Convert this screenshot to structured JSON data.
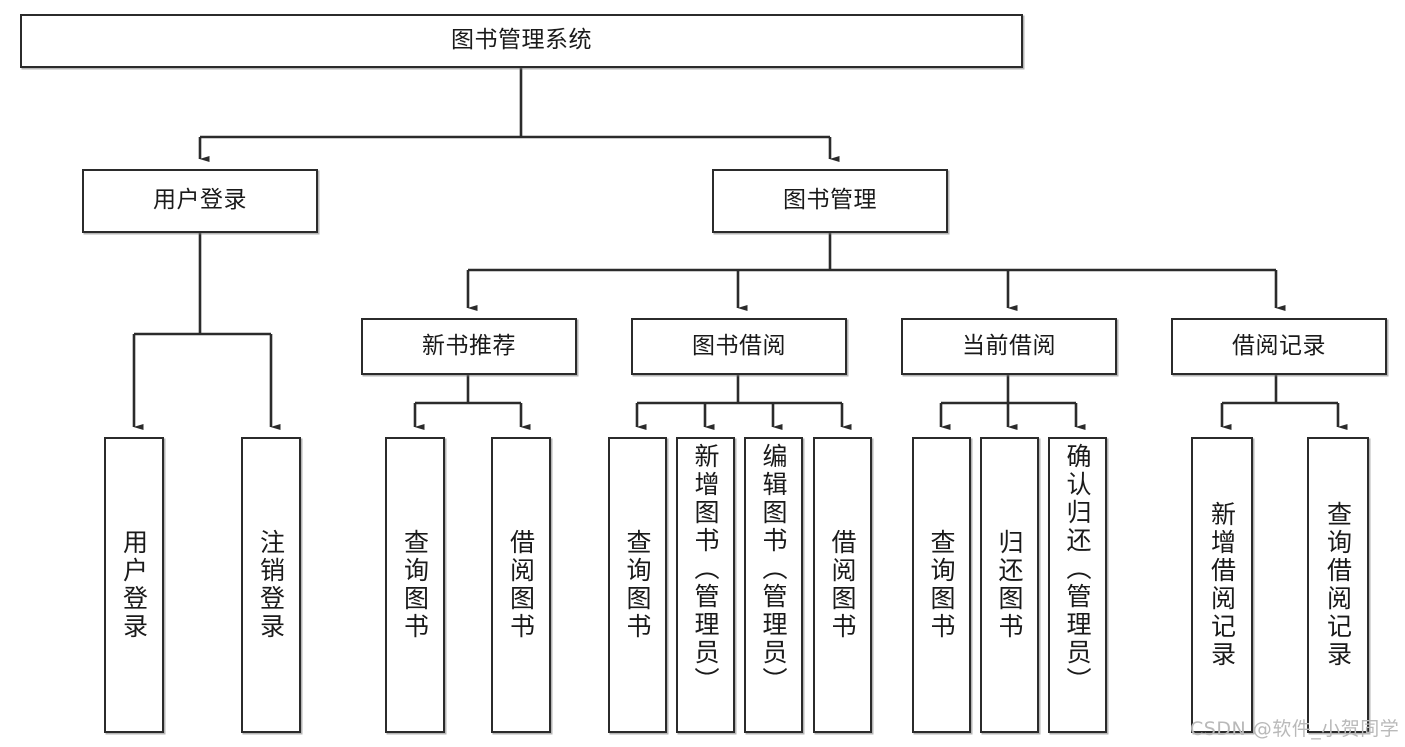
{
  "diagram": {
    "type": "tree-hierarchy-chart",
    "title": "图书管理系统",
    "watermark": "CSDN @软件_小贺同学",
    "colors": {
      "stroke": "#2b2b2b",
      "fill": "#ffffff",
      "text": "#1a1a1a",
      "watermark": "#b9b9b9"
    },
    "nodes": {
      "root": {
        "label": "图书管理系统"
      },
      "level2": [
        {
          "id": "user-login",
          "label": "用户登录"
        },
        {
          "id": "book-manage",
          "label": "图书管理"
        }
      ],
      "level3": [
        {
          "id": "new-book-recommend",
          "label": "新书推荐"
        },
        {
          "id": "book-borrow",
          "label": "图书借阅"
        },
        {
          "id": "current-borrow",
          "label": "当前借阅"
        },
        {
          "id": "borrow-record",
          "label": "借阅记录"
        }
      ],
      "leaves": {
        "user-login": [
          {
            "id": "leaf-user-login",
            "label": "用户登录"
          },
          {
            "id": "leaf-logout-login",
            "label": "注销登录"
          }
        ],
        "new-book-recommend": [
          {
            "id": "leaf-query-book-1",
            "label": "查询图书"
          },
          {
            "id": "leaf-borrow-book-1",
            "label": "借阅图书"
          }
        ],
        "book-borrow": [
          {
            "id": "leaf-query-book-2",
            "label": "查询图书"
          },
          {
            "id": "leaf-add-book",
            "label": "新增图书（管理员）"
          },
          {
            "id": "leaf-edit-book",
            "label": "编辑图书（管理员）"
          },
          {
            "id": "leaf-borrow-book-2",
            "label": "借阅图书"
          }
        ],
        "current-borrow": [
          {
            "id": "leaf-query-book-3",
            "label": "查询图书"
          },
          {
            "id": "leaf-return-book",
            "label": "归还图书"
          },
          {
            "id": "leaf-confirm-return",
            "label": "确认归还（管理员）"
          }
        ],
        "borrow-record": [
          {
            "id": "leaf-add-record",
            "label": "新增借阅记录"
          },
          {
            "id": "leaf-query-record",
            "label": "查询借阅记录"
          }
        ]
      }
    }
  }
}
